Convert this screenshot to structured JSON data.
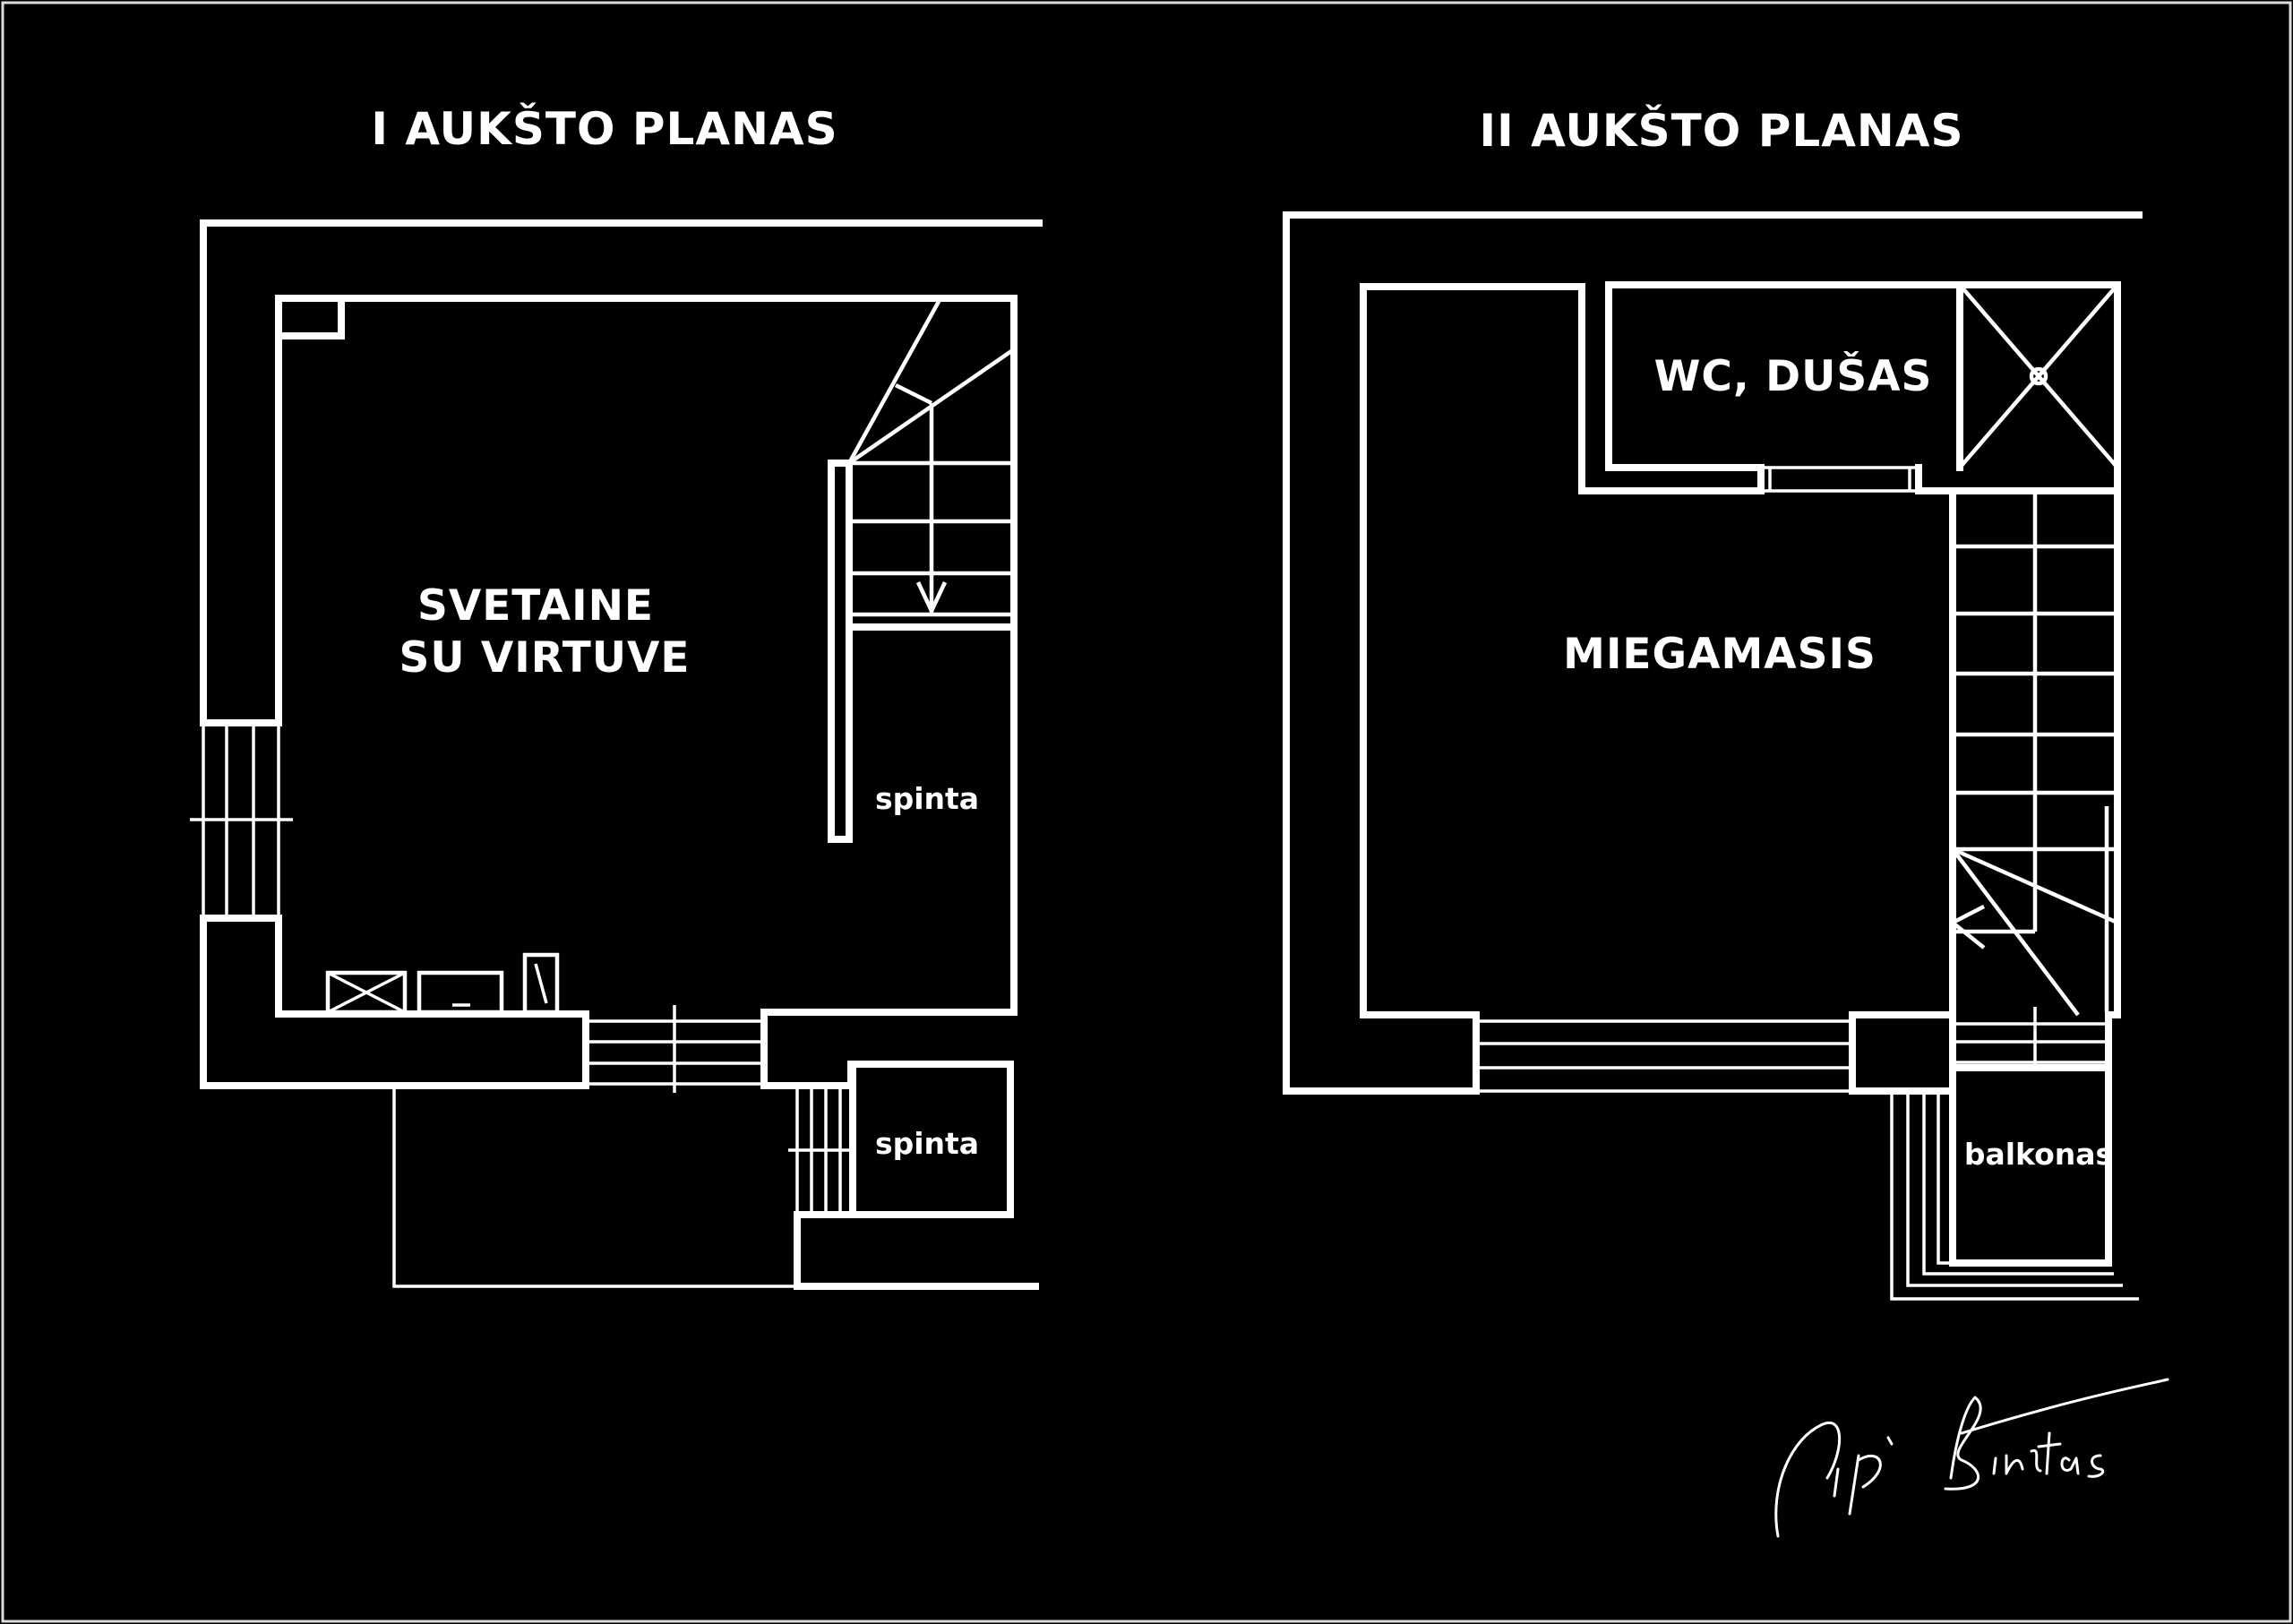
{
  "floor_1": {
    "title": "I AUKŠTO PLANAS",
    "living_room_line1": "SVETAINE",
    "living_room_line2": "SU VIRTUVE",
    "closet_upper": "spinta",
    "closet_lower": "spinta"
  },
  "floor_2": {
    "title": "II AUKŠTO PLANAS",
    "bathroom": "WC, DUŠAS",
    "bedroom": "MIEGAMASIS",
    "balcony": "balkonas"
  },
  "signature": "Vip Būstas",
  "colors": {
    "background": "#000000",
    "lines": "#ffffff"
  }
}
